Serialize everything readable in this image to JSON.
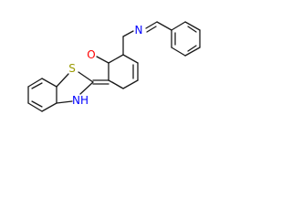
{
  "molecule": {
    "atoms": {
      "oxygen": "O",
      "imine_nitrogen": "N",
      "sulfur": "S",
      "thiazole_nitrogen": "NH"
    },
    "colors": {
      "bond": "#1a1a1a",
      "oxygen": "#ff0000",
      "nitrogen": "#0000ff",
      "sulfur": "#9a9a00",
      "background": "#ffffff"
    }
  }
}
